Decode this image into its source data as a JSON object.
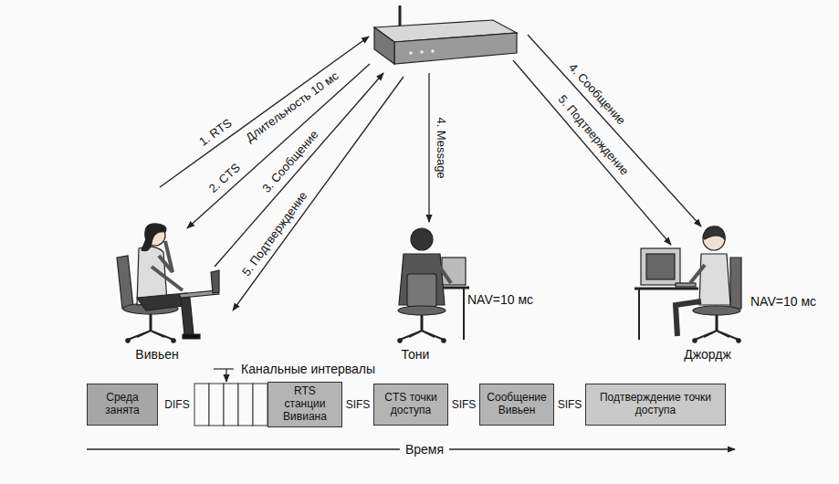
{
  "diagram": {
    "nodes": [
      {
        "text": [
          "Среда занята"
        ]
      },
      {
        "text": [
          "RTS станции Вивиана"
        ]
      },
      {
        "text": [
          "CTS точки доступа"
        ]
      },
      {
        "text": [
          "Сообщение Вивьен"
        ]
      },
      {
        "text": [
          "Подтверждение точки доступа"
        ]
      }
    ],
    "labels": [
      "1. RTS",
      "Длительность 10 мс",
      "2. CTS",
      "3. Сообщение",
      "5. Подтверждение",
      "4. Message",
      "4. Сообщение",
      "5. Подтверждение",
      "Вивьен",
      "Тони",
      "NAV=10 мс",
      "Джордж",
      "NAV=10 мс",
      "Канальные интервалы",
      "DIFS",
      "SIFS",
      "SIFS",
      "SIFS",
      "Время"
    ]
  }
}
